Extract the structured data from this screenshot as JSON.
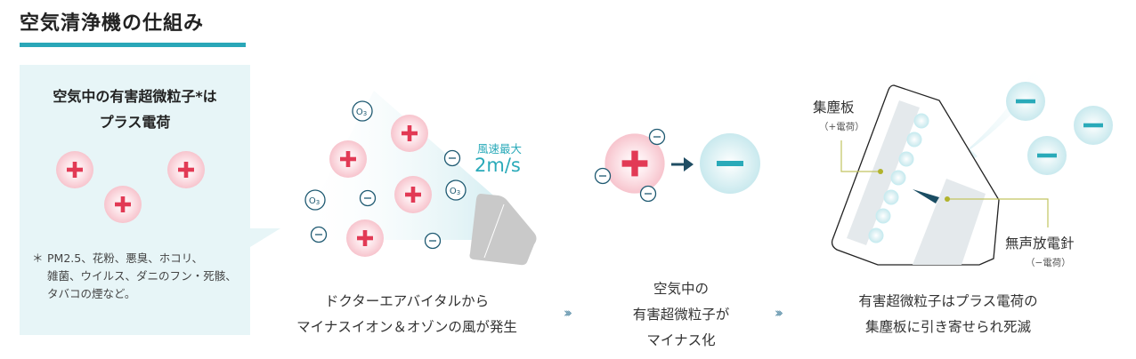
{
  "title": "空気清浄機の仕組み",
  "colors": {
    "accent": "#2aa7b8",
    "plus": "#e23a55",
    "minus": "#2aaab9",
    "panel_bg": "#e7f5f7",
    "leader": "#b9bc3a"
  },
  "panel": {
    "heading_line1": "空気中の有害超微粒子*は",
    "heading_line2": "プラス電荷",
    "note_mark": "＊",
    "note_lines": [
      "PM2.5、花粉、悪臭、ホコリ、",
      "雑菌、ウイルス、ダニのフン・死骸、",
      "タバコの煙など。"
    ]
  },
  "step1": {
    "speed_label": "風速最大",
    "speed_value": "2m/s",
    "ozone_label": "O₃",
    "caption_lines": [
      "ドクターエアバイタルから",
      "マイナスイオン＆オゾンの風が発生"
    ]
  },
  "step2": {
    "caption_lines": [
      "空気中の",
      "有害超微粒子が",
      "マイナス化"
    ]
  },
  "step3": {
    "plate_label": "集塵板",
    "plate_sub": "（+電荷）",
    "needle_label": "無声放電針",
    "needle_sub": "（−電荷）",
    "caption_lines": [
      "有害超微粒子はプラス電荷の",
      "集塵板に引き寄せられ死滅"
    ]
  },
  "separator": "›››",
  "icons": [
    "plus-particle-icon",
    "minus-particle-icon",
    "ozone-icon",
    "arrow-right-icon",
    "chevron-right-icon",
    "air-purifier-device-icon"
  ]
}
